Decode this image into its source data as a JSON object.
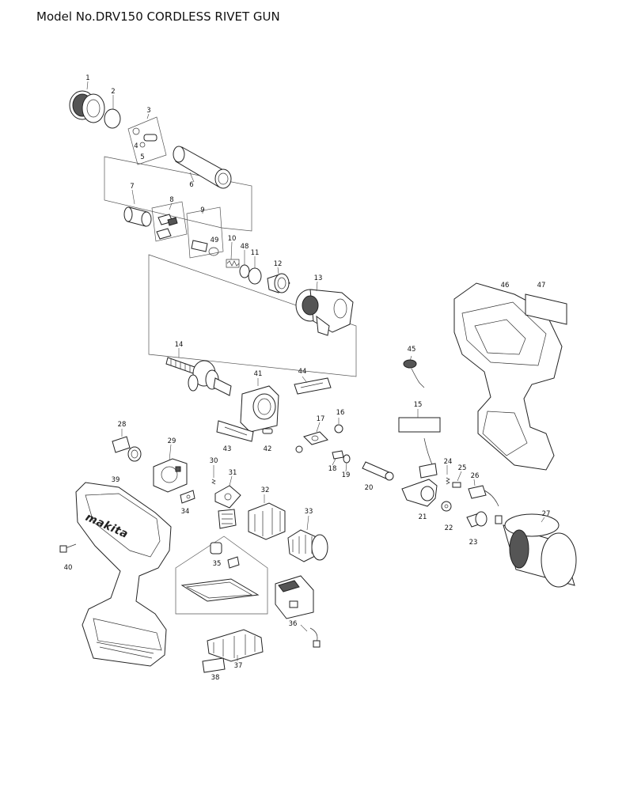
{
  "title": "Model No.DRV150 CORDLESS RIVET GUN",
  "callouts": [
    "1",
    "2",
    "3",
    "4",
    "5",
    "6",
    "7",
    "8",
    "9",
    "10",
    "11",
    "12",
    "13",
    "14",
    "15",
    "16",
    "17",
    "18",
    "19",
    "20",
    "21",
    "22",
    "23",
    "24",
    "25",
    "26",
    "27",
    "28",
    "29",
    "30",
    "31",
    "32",
    "33",
    "34",
    "35",
    "36",
    "37",
    "38",
    "39",
    "40",
    "41",
    "42",
    "43",
    "44",
    "45",
    "46",
    "47",
    "48",
    "49"
  ],
  "logo_text": "makita"
}
